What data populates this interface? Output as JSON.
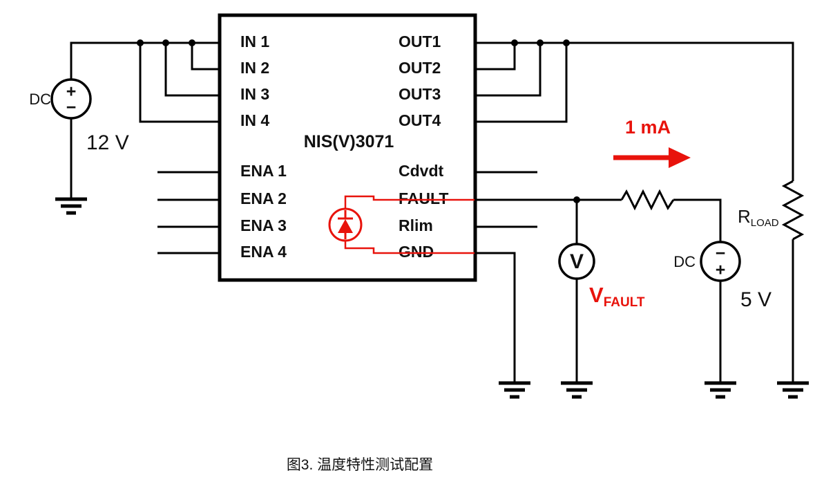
{
  "figure": {
    "caption": "图3. 温度特性测试配置"
  },
  "ic": {
    "name": "NIS(V)3071",
    "left_pins": [
      "IN 1",
      "IN 2",
      "IN 3",
      "IN 4",
      "ENA 1",
      "ENA 2",
      "ENA 3",
      "ENA 4"
    ],
    "right_pins": [
      "OUT1",
      "OUT2",
      "OUT3",
      "OUT4",
      "Cdvdt",
      "FAULT",
      "Rlim",
      "GND"
    ]
  },
  "sources": {
    "dc12": {
      "label": "DC",
      "value": "12 V",
      "top_sign": "+",
      "bottom_sign": "−"
    },
    "dc5": {
      "label": "DC",
      "value": "5 V",
      "top_sign": "−",
      "bottom_sign": "+"
    }
  },
  "meter": {
    "glyph": "V",
    "label_main": "V",
    "label_sub": "FAULT"
  },
  "load": {
    "label_main": "R",
    "label_sub": "LOAD"
  },
  "current_arrow": {
    "label": "1 mA"
  },
  "colors": {
    "accent_red": "#e8130c",
    "wire": "#000000"
  }
}
